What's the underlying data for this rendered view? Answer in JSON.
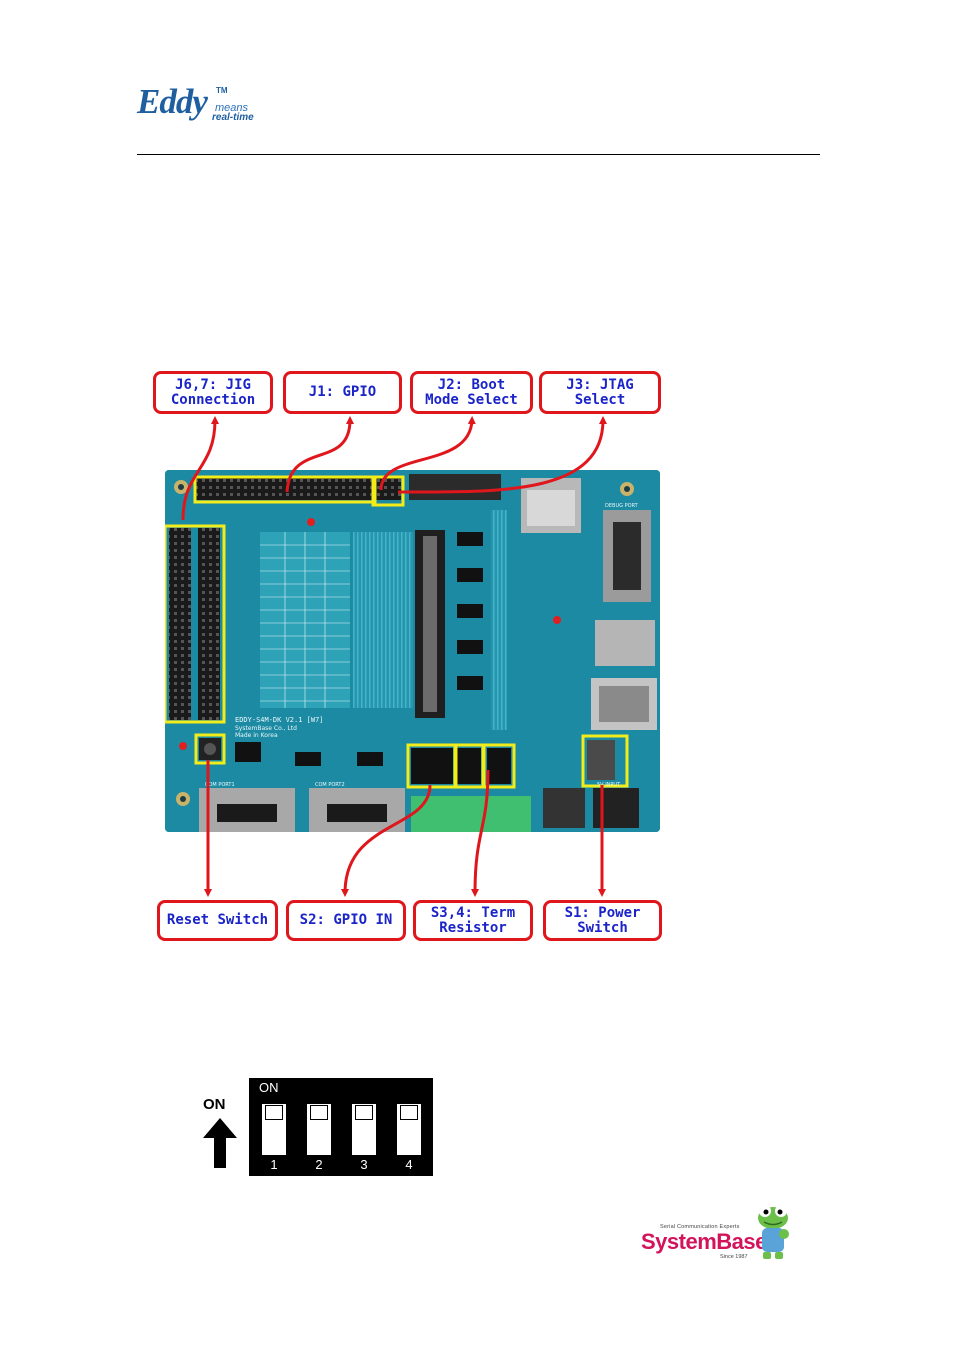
{
  "header": {
    "logo_name": "Eddy",
    "logo_tm": "TM",
    "logo_means": "means",
    "logo_realtime": "real-time"
  },
  "callouts": {
    "jig": "J6,7: JIG\nConnection",
    "gpio": "J1: GPIO",
    "boot": "J2: Boot\nMode Select",
    "jtag": "J3: JTAG\nSelect",
    "reset": "Reset Switch",
    "gpio_in": "S2: GPIO IN",
    "term": "S3,4: Term\nResistor",
    "power": "S1: Power\nSwitch"
  },
  "board_labels": {
    "model": "EDDY-S4M-DK V2.1 [W7]",
    "maker": "SystemBase Co., Ltd",
    "origin": "Made in Korea",
    "debug_port": "DEBUG PORT",
    "com_port1": "COM PORT1",
    "com_port2": "COM PORT2",
    "dc_input": "5V INPUT"
  },
  "dip_switch": {
    "on_label": "ON",
    "positions": [
      "1",
      "2",
      "3",
      "4"
    ],
    "arrow_label": "ON"
  },
  "footer": {
    "brand": "SystemBase",
    "tagline": "Serial Communication Experts",
    "since": "Since 1987"
  },
  "colors": {
    "callout_border": "#e0161d",
    "callout_text": "#1a24c8",
    "highlight": "#f2ec1a",
    "board": "#1c8aa3",
    "brand_eddy": "#1f5fa0",
    "brand_systembase": "#d4145a"
  }
}
